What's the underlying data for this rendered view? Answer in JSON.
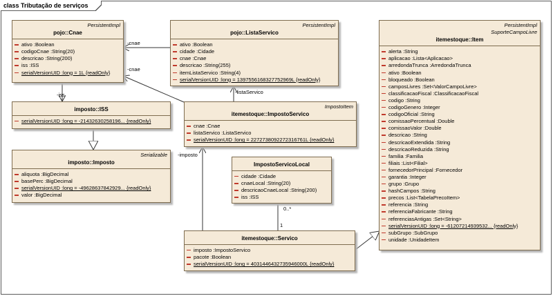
{
  "frame_title": "class Tributação de serviços",
  "classes": {
    "cnae": {
      "stereotype": "PersistentImpl",
      "name": "pojo::Cnae",
      "attributes": [
        {
          "text": "ativo  :Boolean",
          "static": false
        },
        {
          "text": "codigoCnae  :String(20)",
          "static": false
        },
        {
          "text": "descricao  :String(200)",
          "static": false
        },
        {
          "text": "iss  :ISS",
          "static": false
        },
        {
          "text": "serialVersionUID  :long = 1L {readOnly}",
          "static": true
        }
      ]
    },
    "lista_servico": {
      "stereotype": "PersistentImpl",
      "name": "pojo::ListaServico",
      "attributes": [
        {
          "text": "ativo  :Boolean",
          "static": false
        },
        {
          "text": "cidade  :Cidade",
          "static": false
        },
        {
          "text": "cnae  :Cnae",
          "static": false
        },
        {
          "text": "descricao  :String(255)",
          "static": false
        },
        {
          "text": "itemListaServico  :String(4)",
          "static": false
        },
        {
          "text": "serialVersionUID  :long = 1397556168327752969L {readOnly}",
          "static": true
        }
      ]
    },
    "item": {
      "stereotype": "PersistentImpl",
      "stereotype2": "SuporteCampoLivre",
      "name": "itemestoque::Item",
      "attributes": [
        {
          "text": "alerta  :String",
          "static": false
        },
        {
          "text": "aplicacao  :Lista<Aplicacao>",
          "static": false
        },
        {
          "text": "arredondaTrunca  :ArredondaTrunca",
          "static": false
        },
        {
          "text": "ativo  :Boolean",
          "static": false
        },
        {
          "text": "bloqueado  :Boolean",
          "static": false
        },
        {
          "text": "camposLivres  :Set<ValorCampoLivre>",
          "static": false
        },
        {
          "text": "classificacaoFiscal  :ClassificacaoFiscal",
          "static": false
        },
        {
          "text": "codigo  :String",
          "static": false
        },
        {
          "text": "codigoGenero  :Integer",
          "static": false
        },
        {
          "text": "codigoOficial  :String",
          "static": false
        },
        {
          "text": "comissaoPercentual  :Double",
          "static": false
        },
        {
          "text": "comissaoValor  :Double",
          "static": false
        },
        {
          "text": "descricao  :String",
          "static": false
        },
        {
          "text": "descricaoExtendida  :String",
          "static": false
        },
        {
          "text": "descricaoReduzida  :String",
          "static": false
        },
        {
          "text": "familia  :Familia",
          "static": false
        },
        {
          "text": "filiais  :List<Filial>",
          "static": false
        },
        {
          "text": "fornecedorPrincipal  :Fornecedor",
          "static": false
        },
        {
          "text": "garantia  :Integer",
          "static": false
        },
        {
          "text": "grupo  :Grupo",
          "static": false
        },
        {
          "text": "hashCampos  :String",
          "static": false
        },
        {
          "text": "precos  :List<TabelaPrecoItem>",
          "static": false
        },
        {
          "text": "referencia  :String",
          "static": false
        },
        {
          "text": "referenciaFabricante  :String",
          "static": false
        },
        {
          "text": "referenciasAntigas  :Set<String>",
          "static": false
        },
        {
          "text": "serialVersionUID  :long = -61207214939532... {readOnly}",
          "static": true
        },
        {
          "text": "subGrupo  :SubGrupo",
          "static": false
        },
        {
          "text": "unidade  :UnidadeItem",
          "static": false
        }
      ]
    },
    "iss": {
      "name": "imposto::ISS",
      "attributes": [
        {
          "text": "serialVersionUID  :long = -21432630258196... {readOnly}",
          "static": true
        }
      ]
    },
    "imposto_servico": {
      "stereotype": "ImpostoItem",
      "name": "itemestoque::ImpostoServico",
      "attributes": [
        {
          "text": "cnae  :Cnae",
          "static": false
        },
        {
          "text": "listaServico  :ListaServico",
          "static": false
        },
        {
          "text": "serialVersionUID  :long = 2272738092272316761L {readOnly}",
          "static": true
        }
      ]
    },
    "imposto": {
      "stereotype": "Serializable",
      "name": "imposto::Imposto",
      "attributes": [
        {
          "text": "aliquota  :BigDecimal",
          "static": false
        },
        {
          "text": "basePerc  :BigDecimal",
          "static": false
        },
        {
          "text": "serialVersionUID  :long = -49628637842929... {readOnly}",
          "static": true
        },
        {
          "text": "valor  :BigDecimal",
          "static": false
        }
      ]
    },
    "imposto_servico_local": {
      "name": "ImpostoServicoLocal",
      "attributes": [
        {
          "text": "cidade  :Cidade",
          "static": false
        },
        {
          "text": "cnaeLocal  :String(20)",
          "static": false
        },
        {
          "text": "descricaoCnaeLocal  :String(200)",
          "static": false
        },
        {
          "text": "iss  :ISS",
          "static": false
        }
      ]
    },
    "servico": {
      "name": "itemestoque::Servico",
      "attributes": [
        {
          "text": "imposto  :ImpostoServico",
          "static": false
        },
        {
          "text": "pacote  :Boolean",
          "static": false
        },
        {
          "text": "serialVersionUID  :long = 4031446432735946000L {readOnly}",
          "static": true
        }
      ]
    }
  },
  "association_labels": {
    "cnae_from_lista": "-cnae",
    "cnae_from_imposto": "-cnae",
    "iss": "-iss",
    "lista_servico": "-listaServico",
    "imposto": "-imposto",
    "mult_many": "0..*",
    "mult_one": "1"
  }
}
